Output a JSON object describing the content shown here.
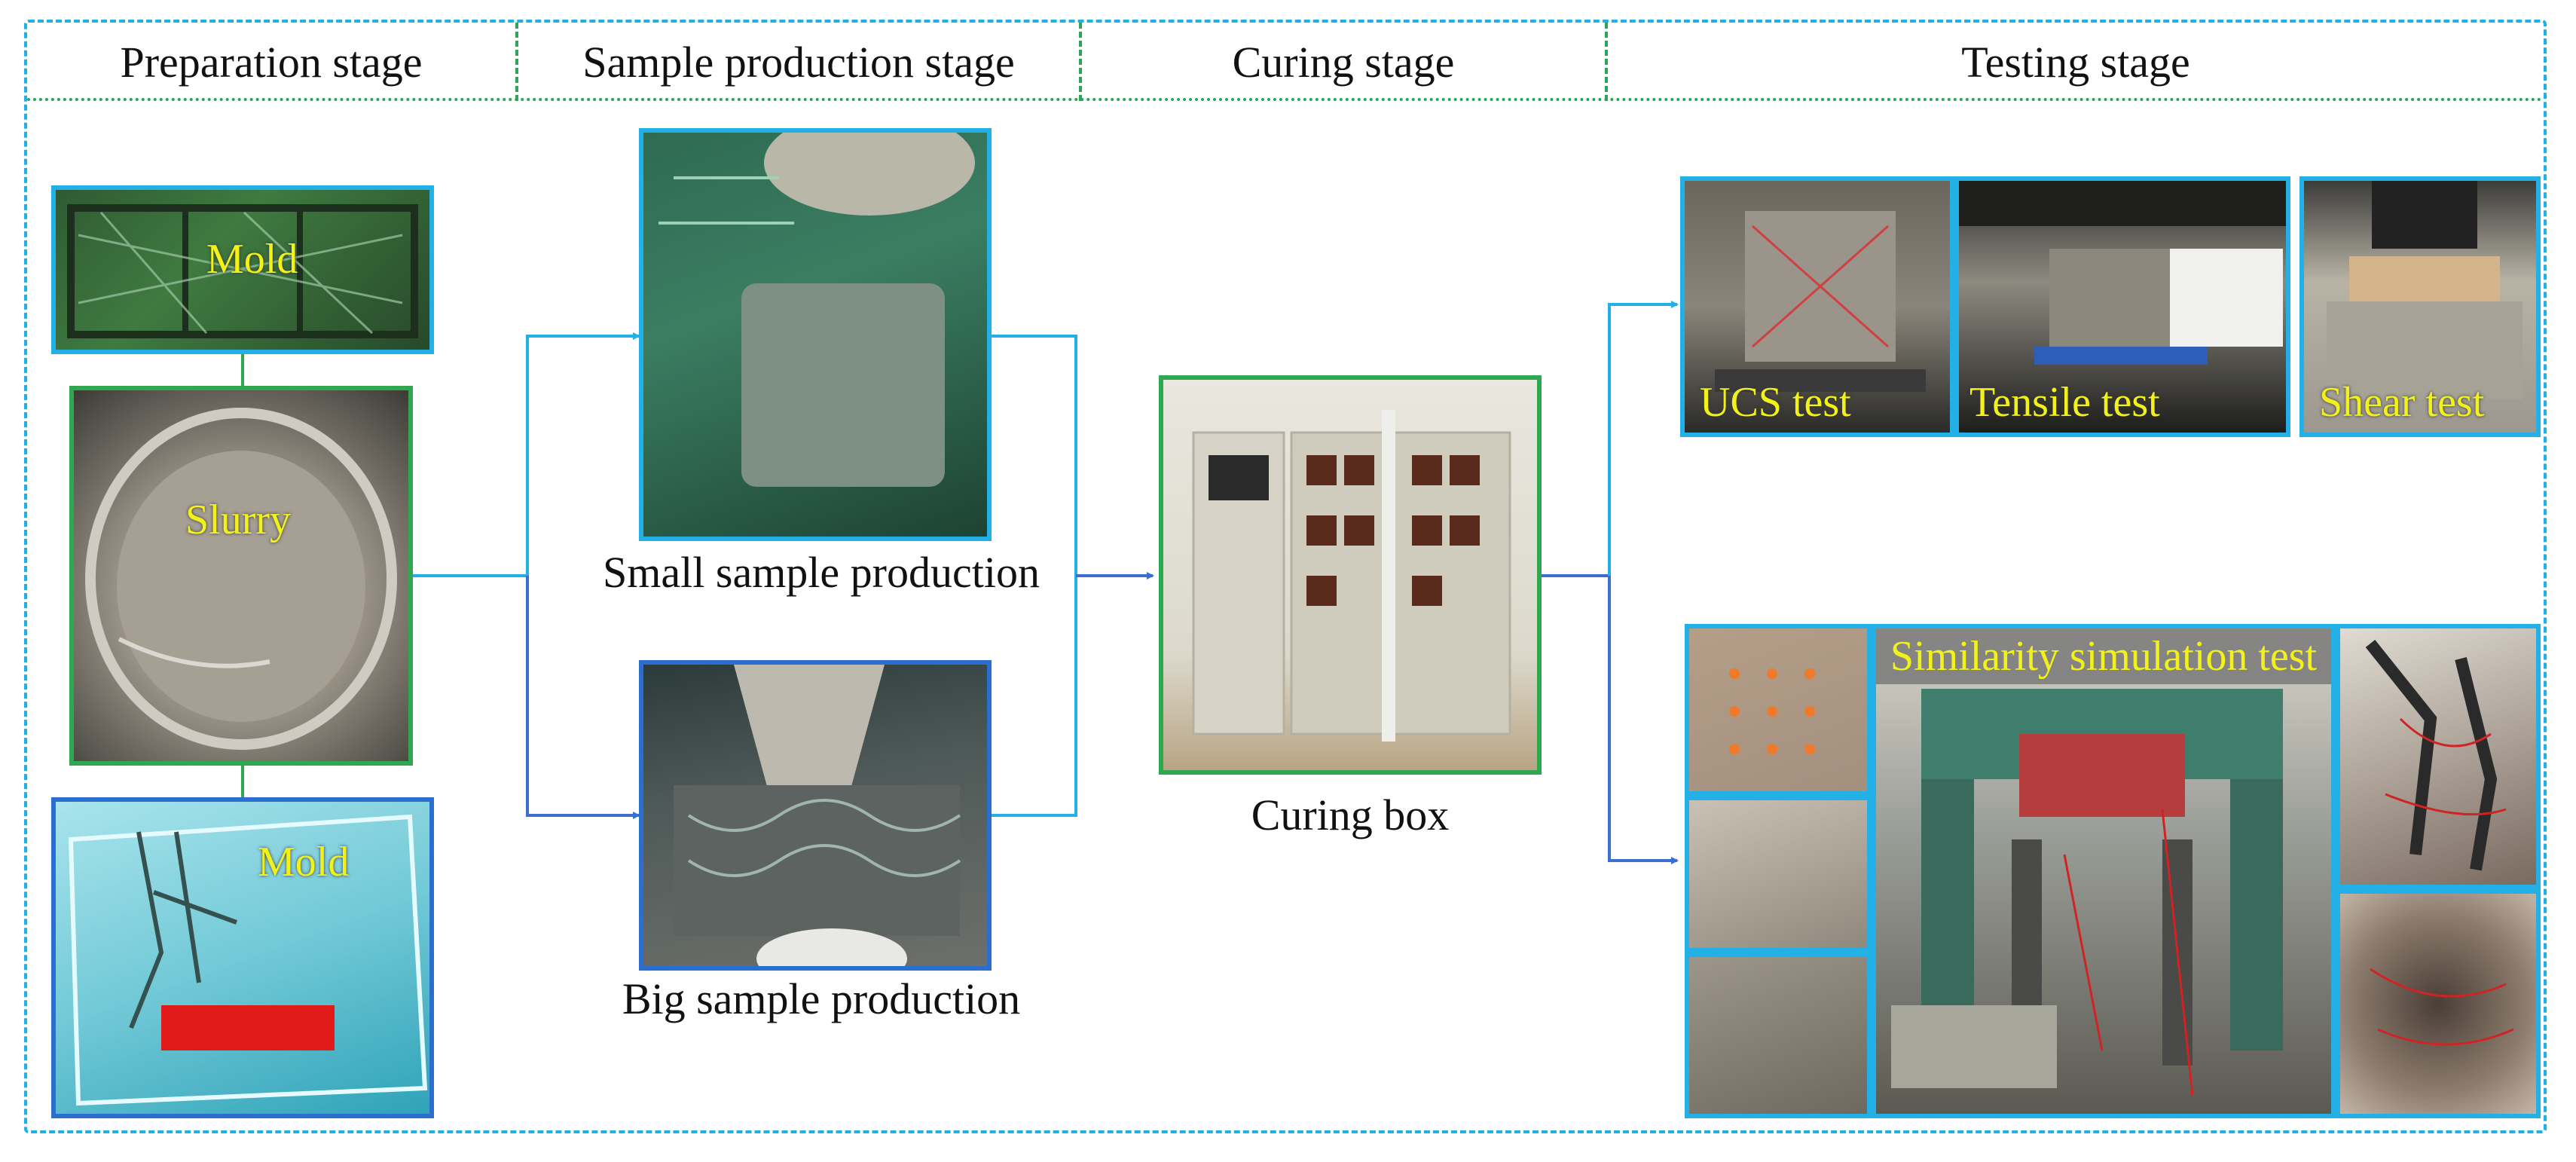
{
  "headers": {
    "preparation": "Preparation stage",
    "sample_production": "Sample production stage",
    "curing": "Curing stage",
    "testing": "Testing stage"
  },
  "preparation": {
    "mold_top_label": "Mold",
    "slurry_label": "Slurry",
    "mold_bottom_label": "Mold"
  },
  "production": {
    "small_caption": "Small sample production",
    "big_caption": "Big sample production"
  },
  "curing": {
    "caption": "Curing box"
  },
  "testing": {
    "ucs_label": "UCS test",
    "tensile_label": "Tensile test",
    "shear_label": "Shear test",
    "similarity_label": "Similarity simulation test"
  },
  "colors": {
    "arrow_cyan": "#22b0e6",
    "arrow_blue": "#3a6fd0",
    "label_yellow": "#f2f21a",
    "header_dash_green": "#2aa65a",
    "outer_dash_cyan": "#1fb0e8"
  }
}
